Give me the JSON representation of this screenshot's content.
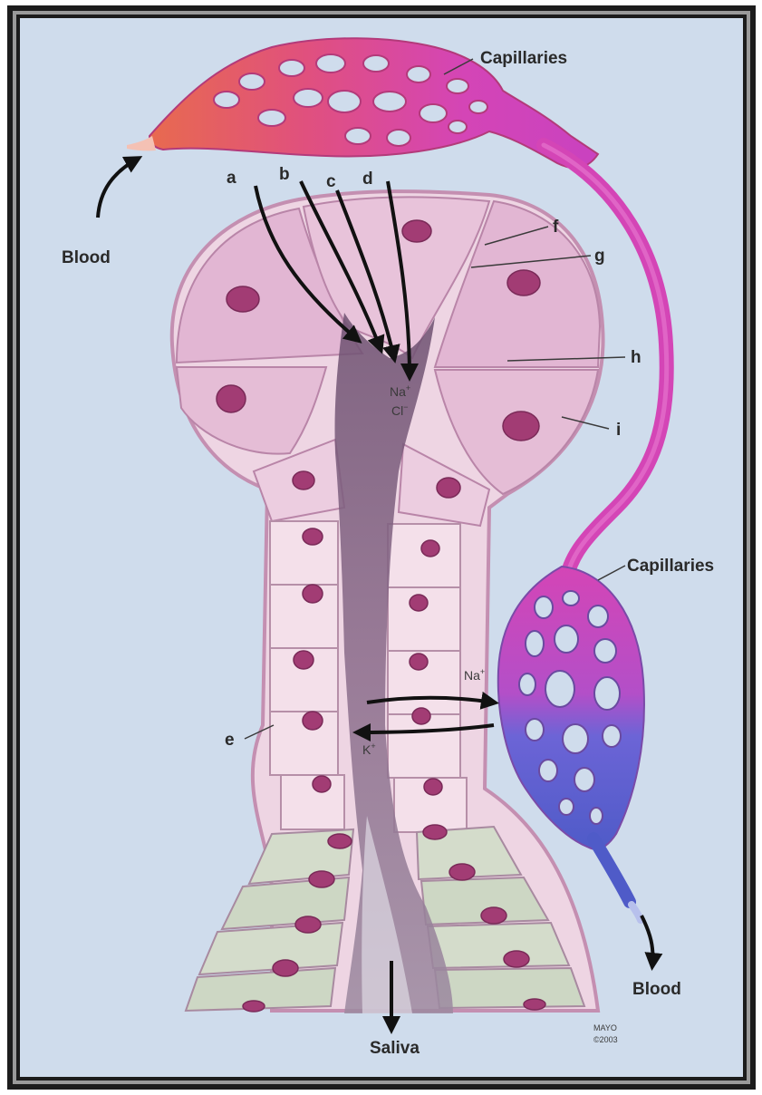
{
  "labels": {
    "capillaries_top": "Capillaries",
    "capillaries_bottom": "Capillaries",
    "blood_in": "Blood",
    "blood_out": "Blood",
    "saliva": "Saliva",
    "a": "a",
    "b": "b",
    "c": "c",
    "d": "d",
    "e": "e",
    "f": "f",
    "g": "g",
    "h": "h",
    "i": "i",
    "na_top": "Na",
    "na_top_sup": "+",
    "cl_top": "Cl",
    "cl_top_sup": "−",
    "na_duct": "Na",
    "na_duct_sup": "+",
    "k_duct": "K",
    "k_duct_sup": "+",
    "credit_line1": "MAYO",
    "credit_line2": "©2003"
  },
  "colors": {
    "background": "#cfdcec",
    "frame_outer": "#1a1a1a",
    "cell_pink": "#e6bcd6",
    "cell_light": "#f2dde8",
    "cell_green": "#cfd9c6",
    "nucleus": "#a03a72",
    "vessel_red": "#e4574f",
    "vessel_magenta": "#d445b6",
    "vessel_blue": "#5a5fd0",
    "lumen": "#7a5a7c"
  }
}
